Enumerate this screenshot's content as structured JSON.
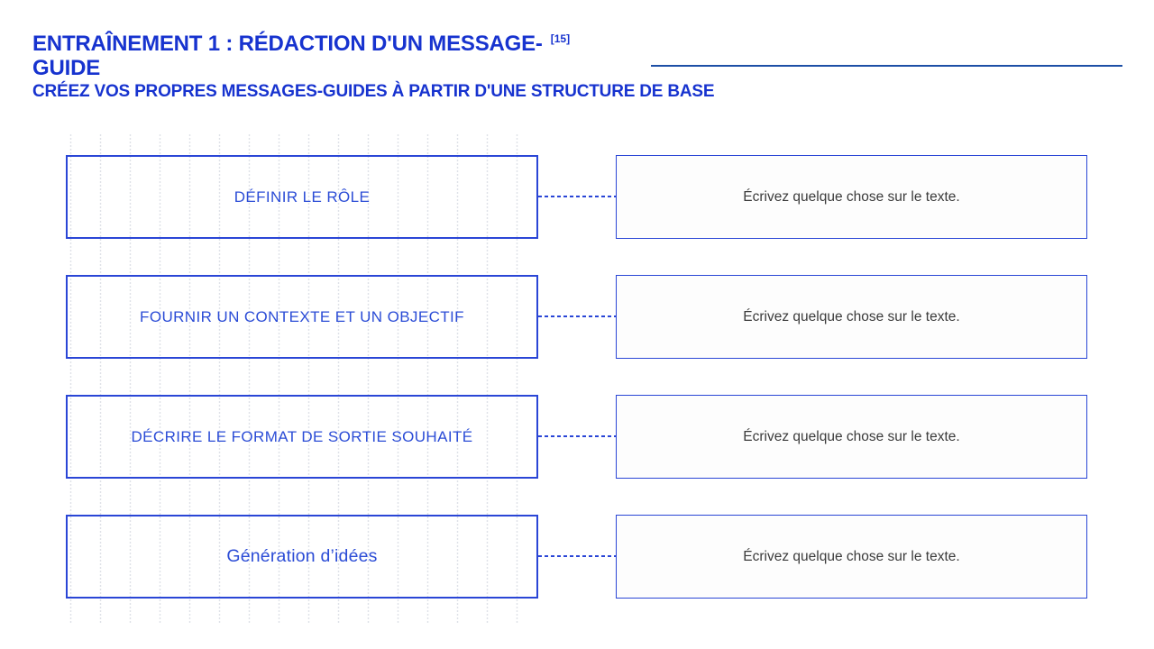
{
  "colors": {
    "title_blue": "#1733cf",
    "box_border_blue": "#2a46d6",
    "label_blue": "#2b4cd6",
    "body_text": "#3b3b3b",
    "rule_blue": "#1d4fa6"
  },
  "header": {
    "title_line1": "ENTRAÎNEMENT 1 : RÉDACTION D'UN MESSAGE-",
    "title_line2": "GUIDE",
    "reference": "[15]",
    "subtitle": "CRÉEZ VOS PROPRES MESSAGES-GUIDES À PARTIR D'UNE STRUCTURE DE BASE"
  },
  "diagram": {
    "rows": [
      {
        "label": "DÉFINIR LE RÔLE",
        "value": "Écrivez quelque chose sur le texte."
      },
      {
        "label": "FOURNIR UN CONTEXTE ET UN OBJECTIF",
        "value": "Écrivez quelque chose sur le texte."
      },
      {
        "label": "DÉCRIRE LE FORMAT DE SORTIE SOUHAITÉ",
        "value": "Écrivez quelque chose sur le texte."
      },
      {
        "label": "Génération d’idées",
        "value": "Écrivez quelque chose sur le texte."
      }
    ]
  }
}
